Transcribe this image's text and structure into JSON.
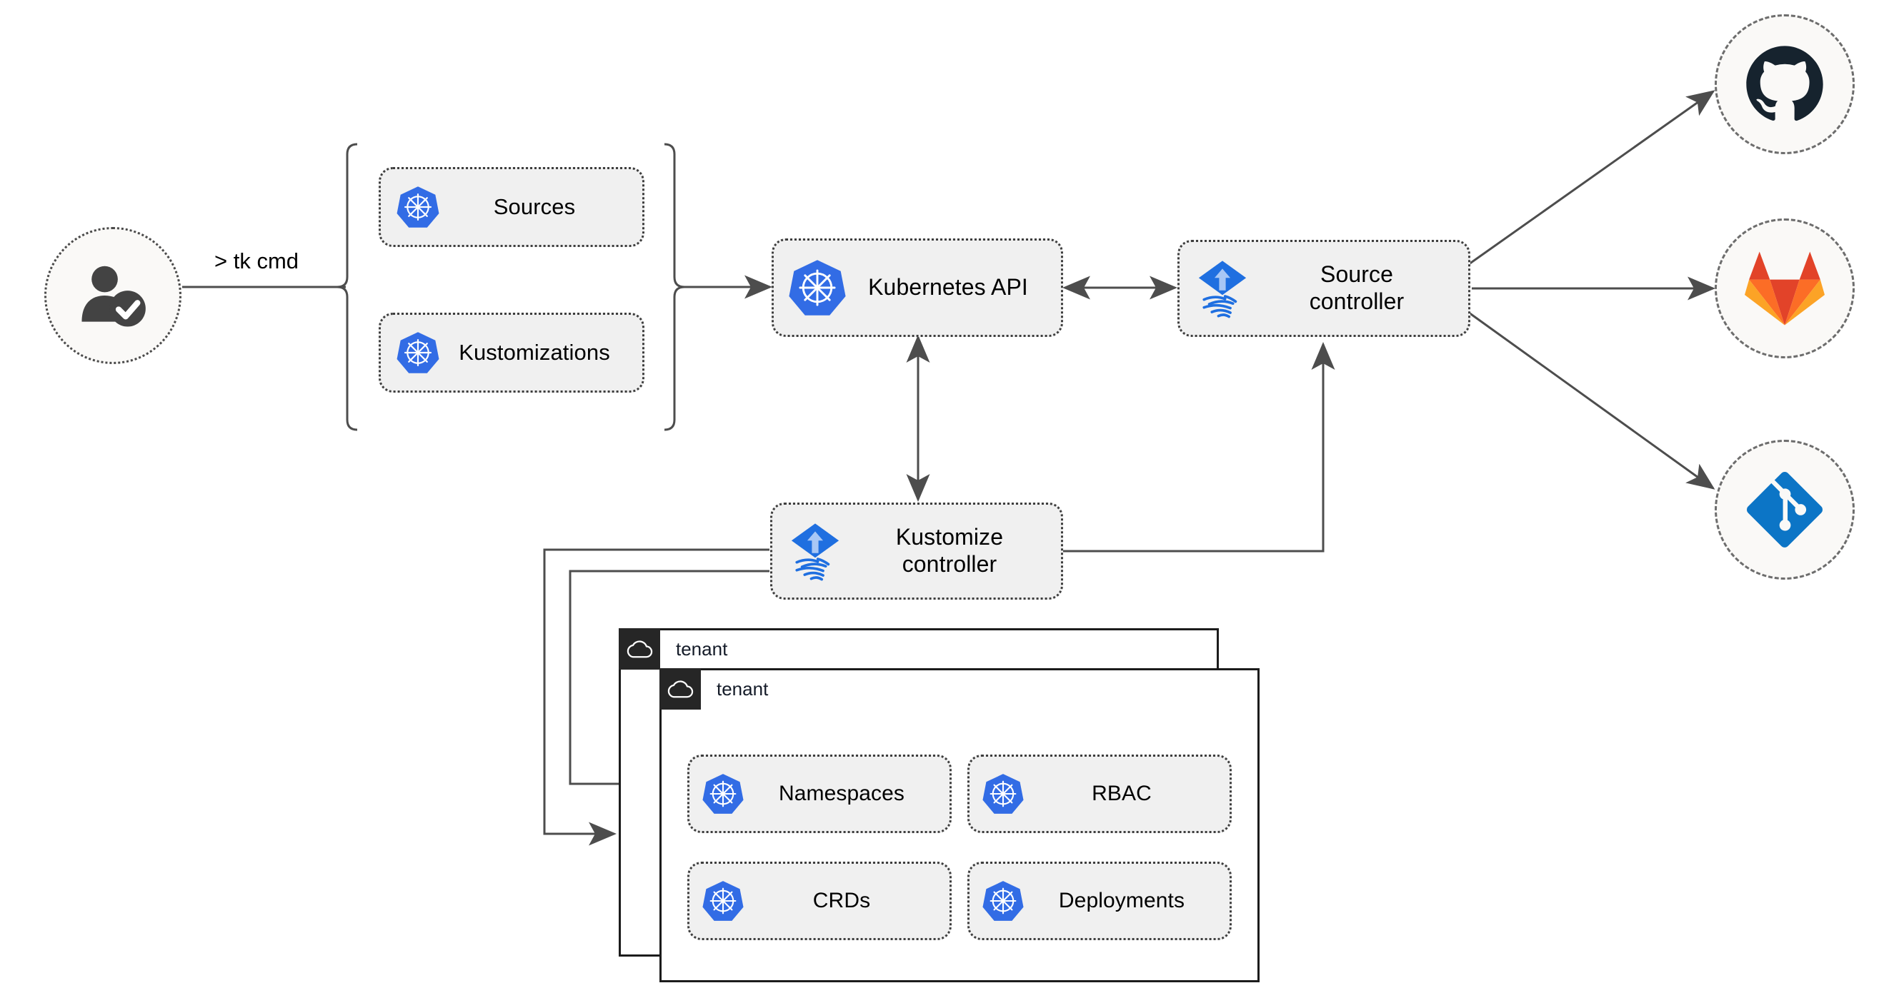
{
  "diagram": {
    "title": "Flux multi-tenancy GitOps architecture",
    "background": "#ffffff",
    "colors": {
      "kubernetes_blue": "#326CE5",
      "flux_blue": "#1F6FE0",
      "flux_arrow_light": "#A8C7F5",
      "github_dark": "#16232E",
      "gitlab_red": "#E24329",
      "gitlab_orange": "#FC6D26",
      "gitlab_light_orange": "#FCA326",
      "git_blue": "#0C75C6",
      "node_fill": "#F0F0F0",
      "node_border": "#3D3D3D",
      "circle_fill": "#FAF9F7",
      "wire": "#4D4D4D",
      "tenant_header": "#262626",
      "tenant_border": "#1C1C1C",
      "tenant_label": "#141B28"
    }
  },
  "actor": {
    "name": "user",
    "icon": "user-check-icon",
    "command_label": "> tk cmd"
  },
  "resource_group": {
    "bracket": "curly-brace",
    "items": [
      {
        "label": "Sources",
        "icon": "kubernetes-icon"
      },
      {
        "label": "Kustomizations",
        "icon": "kubernetes-icon"
      }
    ]
  },
  "cluster": {
    "api": {
      "label": "Kubernetes API",
      "icon": "kubernetes-icon"
    },
    "controllers": [
      {
        "label_line1": "Source",
        "label_line2": "controller",
        "icon": "flux-icon"
      },
      {
        "label_line1": "Kustomize",
        "label_line2": "controller",
        "icon": "flux-icon"
      }
    ]
  },
  "providers": [
    {
      "name": "GitHub",
      "icon": "github-icon"
    },
    {
      "name": "GitLab",
      "icon": "gitlab-icon"
    },
    {
      "name": "Git",
      "icon": "git-icon"
    }
  ],
  "tenants": [
    {
      "label": "tenant",
      "icon": "cloud-icon",
      "resources": []
    },
    {
      "label": "tenant",
      "icon": "cloud-icon",
      "resources": [
        {
          "label": "Namespaces",
          "icon": "kubernetes-icon"
        },
        {
          "label": "RBAC",
          "icon": "kubernetes-icon"
        },
        {
          "label": "CRDs",
          "icon": "kubernetes-icon"
        },
        {
          "label": "Deployments",
          "icon": "kubernetes-icon"
        }
      ]
    }
  ],
  "connections": [
    {
      "from": "resource-group-brace",
      "to": "kubernetes-api",
      "style": "single-arrow"
    },
    {
      "from": "kubernetes-api",
      "to": "source-controller",
      "style": "double-arrow"
    },
    {
      "from": "kubernetes-api",
      "to": "kustomize-controller",
      "style": "double-arrow"
    },
    {
      "from": "kustomize-controller",
      "to": "source-controller",
      "style": "single-arrow"
    },
    {
      "from": "source-controller",
      "to": "github",
      "style": "single-arrow"
    },
    {
      "from": "source-controller",
      "to": "gitlab",
      "style": "single-arrow"
    },
    {
      "from": "source-controller",
      "to": "git",
      "style": "single-arrow"
    },
    {
      "from": "kustomize-controller",
      "to": "tenant-1",
      "style": "single-arrow"
    },
    {
      "from": "kustomize-controller",
      "to": "tenant-2",
      "style": "single-arrow"
    }
  ]
}
